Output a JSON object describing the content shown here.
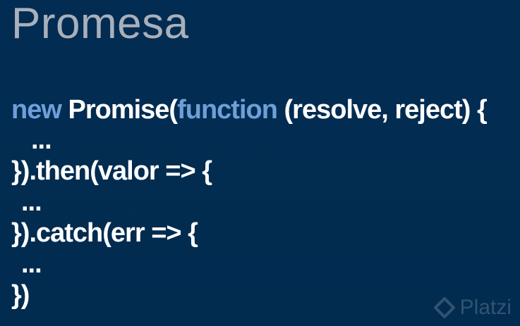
{
  "slide": {
    "title": "Promesa",
    "code": {
      "line1": {
        "keyword_new": "new",
        "promise": "Promise(",
        "keyword_function": "function",
        "args": "(resolve, reject) {"
      },
      "line2": "...",
      "line3": "}).then(valor => {",
      "line4": "...",
      "line5": "}).catch(err => {",
      "line6": "...",
      "line7": "})"
    },
    "watermark": {
      "icon": "platzi-logo-icon",
      "text": "Platzi"
    },
    "colors": {
      "background": "#012b50",
      "title": "#a8b0bb",
      "code_text": "#ffffff",
      "keyword": "#6e9fd8"
    }
  }
}
